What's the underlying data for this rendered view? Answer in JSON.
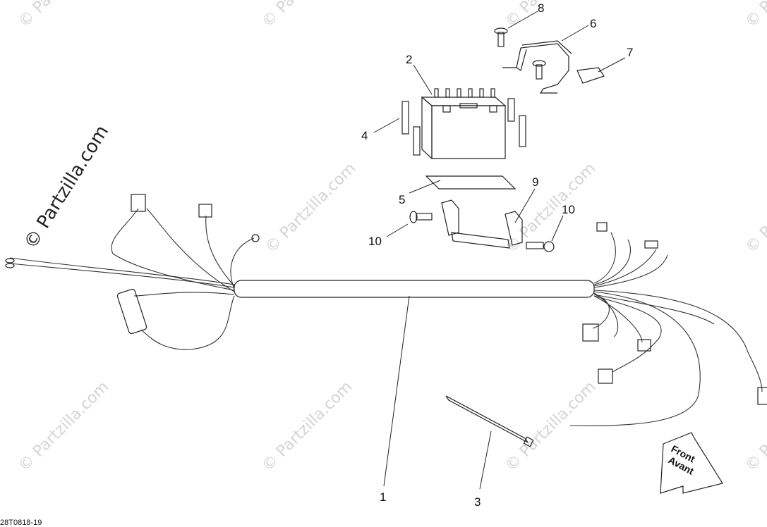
{
  "diagram": {
    "watermark_text": "© Partzilla.com",
    "reference_code": "28T0818-19",
    "front_arrow": {
      "line1": "Front",
      "line2": "Avant"
    },
    "callouts": [
      {
        "id": "c1",
        "label": "1"
      },
      {
        "id": "c2",
        "label": "2"
      },
      {
        "id": "c3",
        "label": "3"
      },
      {
        "id": "c4",
        "label": "4"
      },
      {
        "id": "c5",
        "label": "5"
      },
      {
        "id": "c6",
        "label": "6"
      },
      {
        "id": "c7",
        "label": "7"
      },
      {
        "id": "c8",
        "label": "8"
      },
      {
        "id": "c9",
        "label": "9"
      },
      {
        "id": "c10a",
        "label": "10"
      },
      {
        "id": "c10b",
        "label": "10"
      }
    ]
  }
}
